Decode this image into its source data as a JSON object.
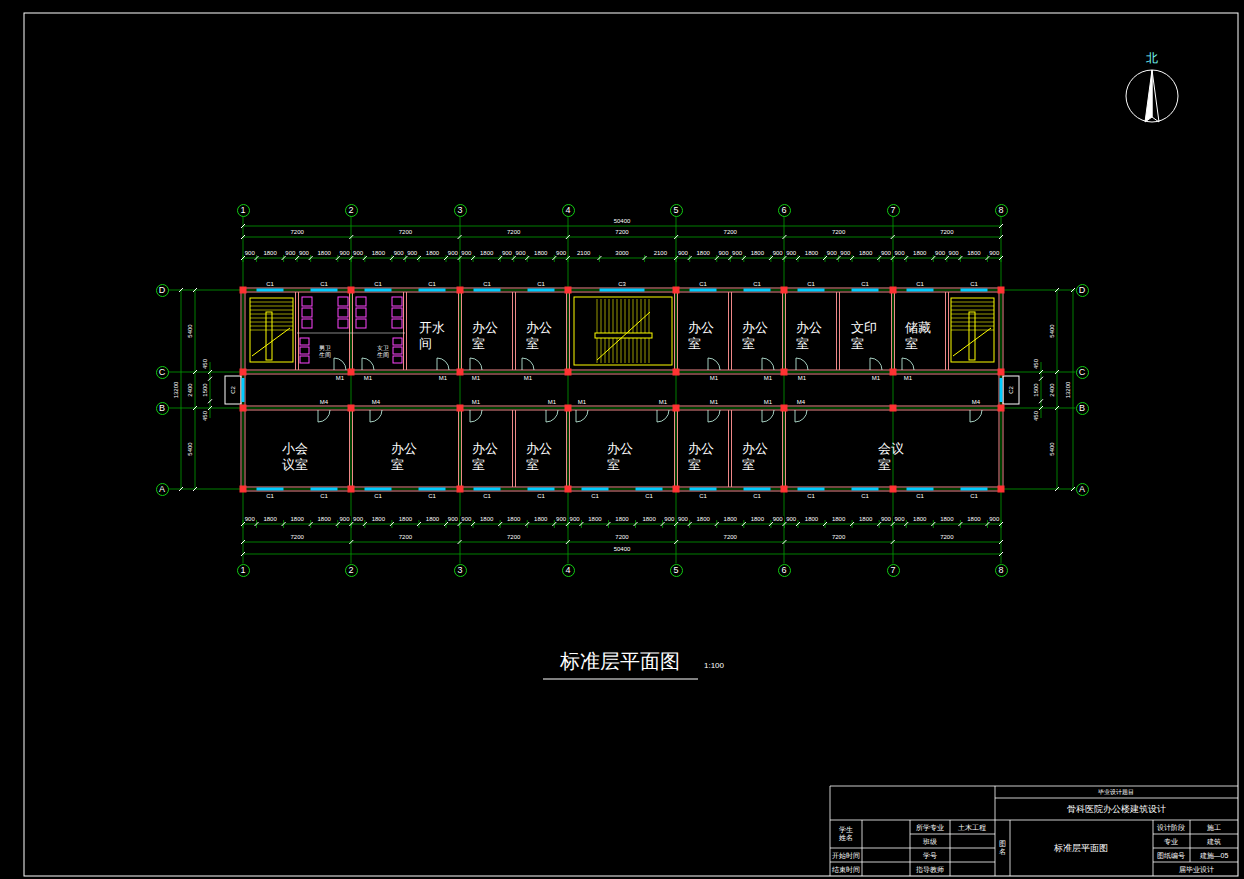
{
  "diagram": {
    "title": "标准层平面图",
    "nodes": [
      {
        "text": [
          "1"
        ]
      },
      {
        "text": [
          "2"
        ]
      },
      {
        "text": [
          "3"
        ]
      },
      {
        "text": [
          "4"
        ]
      },
      {
        "text": [
          "5"
        ]
      },
      {
        "text": [
          "6"
        ]
      },
      {
        "text": [
          "7"
        ]
      },
      {
        "text": [
          "8"
        ]
      },
      {
        "text": [
          "D"
        ]
      },
      {
        "text": [
          "C"
        ]
      },
      {
        "text": [
          "B"
        ]
      },
      {
        "text": [
          "A"
        ]
      },
      {
        "text": [
          "D"
        ]
      },
      {
        "text": [
          "C"
        ]
      },
      {
        "text": [
          "B"
        ]
      },
      {
        "text": [
          "A"
        ]
      },
      {
        "text": [
          "男卫 生间"
        ]
      },
      {
        "text": [
          "女卫 生间"
        ]
      },
      {
        "text": [
          "开水 间"
        ]
      },
      {
        "text": [
          "办公 室"
        ]
      },
      {
        "text": [
          "办公 室"
        ]
      },
      {
        "text": [
          "办公 室"
        ]
      },
      {
        "text": [
          "办公 室"
        ]
      },
      {
        "text": [
          "办公 室"
        ]
      },
      {
        "text": [
          "文印 室"
        ]
      },
      {
        "text": [
          "储藏 室"
        ]
      },
      {
        "text": [
          "小会 议室"
        ]
      },
      {
        "text": [
          "办公 室"
        ]
      },
      {
        "text": [
          "办公 室"
        ]
      },
      {
        "text": [
          "办公 室"
        ]
      },
      {
        "text": [
          "办公 室"
        ]
      },
      {
        "text": [
          "办公 室"
        ]
      },
      {
        "text": [
          "办公 室"
        ]
      },
      {
        "text": [
          "会议 室"
        ]
      },
      {
        "text": [
          "1"
        ]
      },
      {
        "text": [
          "2"
        ]
      },
      {
        "text": [
          "3"
        ]
      },
      {
        "text": [
          "4"
        ]
      },
      {
        "text": [
          "5"
        ]
      },
      {
        "text": [
          "6"
        ]
      },
      {
        "text": [
          "7"
        ]
      },
      {
        "text": [
          "8"
        ]
      }
    ],
    "labels": [
      "北",
      "50400",
      "7200",
      "7200",
      "7200",
      "7200",
      "7200",
      "7200",
      "7200",
      "900",
      "1800",
      "900",
      "900",
      "1800",
      "900",
      "900",
      "1800",
      "900",
      "900",
      "1800",
      "900",
      "900",
      "1800",
      "900",
      "900",
      "1800",
      "900",
      "2100",
      "3000",
      "2100",
      "900",
      "1800",
      "900",
      "900",
      "1800",
      "900",
      "900",
      "1800",
      "900",
      "900",
      "1800",
      "900",
      "900",
      "1800",
      "900",
      "900",
      "1800",
      "900",
      "900",
      "1800",
      "1800",
      "1800",
      "900",
      "900",
      "1800",
      "1800",
      "1800",
      "900",
      "900",
      "1800",
      "1800",
      "1800",
      "900",
      "900",
      "1800",
      "1800",
      "1800",
      "900",
      "900",
      "1800",
      "1800",
      "1800",
      "900",
      "900",
      "1800",
      "1800",
      "1800",
      "900",
      "900",
      "1800",
      "1800",
      "1800",
      "900",
      "7200",
      "7200",
      "7200",
      "7200",
      "7200",
      "7200",
      "7200",
      "50400",
      "13200",
      "5400",
      "2400",
      "5400",
      "450",
      "1500",
      "450",
      "13200",
      "5400",
      "2400",
      "5400",
      "450",
      "1500",
      "450",
      "C1",
      "C1",
      "C1",
      "C1",
      "C1",
      "C1",
      "C3",
      "C1",
      "C1",
      "C1",
      "C1",
      "C1",
      "C1",
      "C1",
      "C1",
      "C1",
      "C1",
      "C1",
      "C1",
      "C1",
      "C1",
      "C1",
      "C1",
      "C1",
      "C1",
      "C1",
      "C1",
      "C2",
      "C2",
      "M1",
      "M1",
      "M1",
      "M1",
      "M1",
      "M1",
      "M1",
      "M1",
      "M1",
      "M1",
      "M4",
      "M4",
      "M1",
      "M1",
      "M1",
      "M1",
      "M1",
      "M1",
      "M4",
      "M4",
      "1:100",
      "毕业设计题目",
      "骨科医院办公楼建筑设计",
      "学生 姓名",
      "所学专业",
      "土木工程",
      "班级",
      "开始时间",
      "学号",
      "结束时间",
      "指导教师",
      "图名",
      "标准层平面图",
      "设计阶段",
      "施工",
      "专业",
      "建筑",
      "图纸编号",
      "建施—05",
      "届毕业设计"
    ]
  }
}
